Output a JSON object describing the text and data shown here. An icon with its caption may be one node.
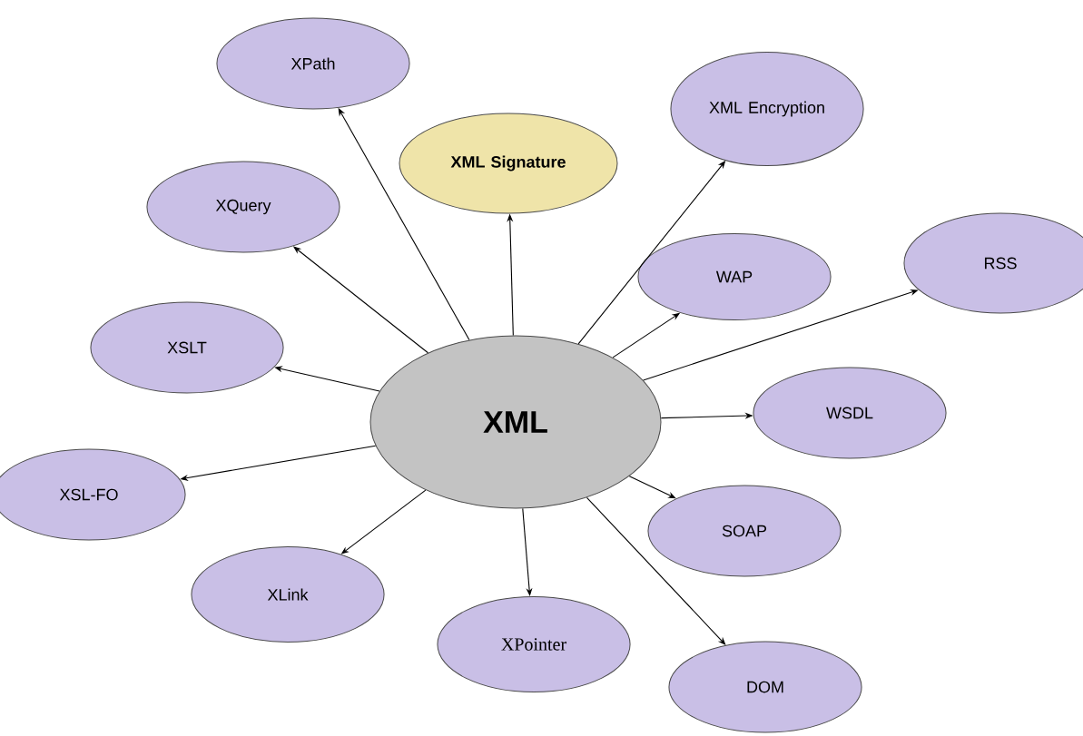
{
  "diagram": {
    "nodes": [
      {
        "text": [
          "XML"
        ]
      },
      {
        "text": [
          "XPath"
        ]
      },
      {
        "text": [
          "XML Signature"
        ]
      },
      {
        "text": [
          "XML Encryption"
        ]
      },
      {
        "text": [
          "XQuery"
        ]
      },
      {
        "text": [
          "WAP"
        ]
      },
      {
        "text": [
          "RSS"
        ]
      },
      {
        "text": [
          "XSLT"
        ]
      },
      {
        "text": [
          "WSDL"
        ]
      },
      {
        "text": [
          "XSL-FO"
        ]
      },
      {
        "text": [
          "SOAP"
        ]
      },
      {
        "text": [
          "XLink"
        ]
      },
      {
        "text": [
          "XPointer"
        ]
      },
      {
        "text": [
          "DOM"
        ]
      }
    ],
    "edges": [
      {
        "from": 0,
        "to": 1,
        "arrow": "to"
      },
      {
        "from": 0,
        "to": 2,
        "arrow": "to"
      },
      {
        "from": 0,
        "to": 3,
        "arrow": "to"
      },
      {
        "from": 0,
        "to": 4,
        "arrow": "to"
      },
      {
        "from": 0,
        "to": 5,
        "arrow": "to"
      },
      {
        "from": 0,
        "to": 6,
        "arrow": "to"
      },
      {
        "from": 0,
        "to": 7,
        "arrow": "to"
      },
      {
        "from": 0,
        "to": 8,
        "arrow": "to"
      },
      {
        "from": 0,
        "to": 9,
        "arrow": "to"
      },
      {
        "from": 0,
        "to": 10,
        "arrow": "to"
      },
      {
        "from": 0,
        "to": 11,
        "arrow": "to"
      },
      {
        "from": 0,
        "to": 12,
        "arrow": "to"
      },
      {
        "from": 0,
        "to": 13,
        "arrow": "to"
      }
    ]
  }
}
